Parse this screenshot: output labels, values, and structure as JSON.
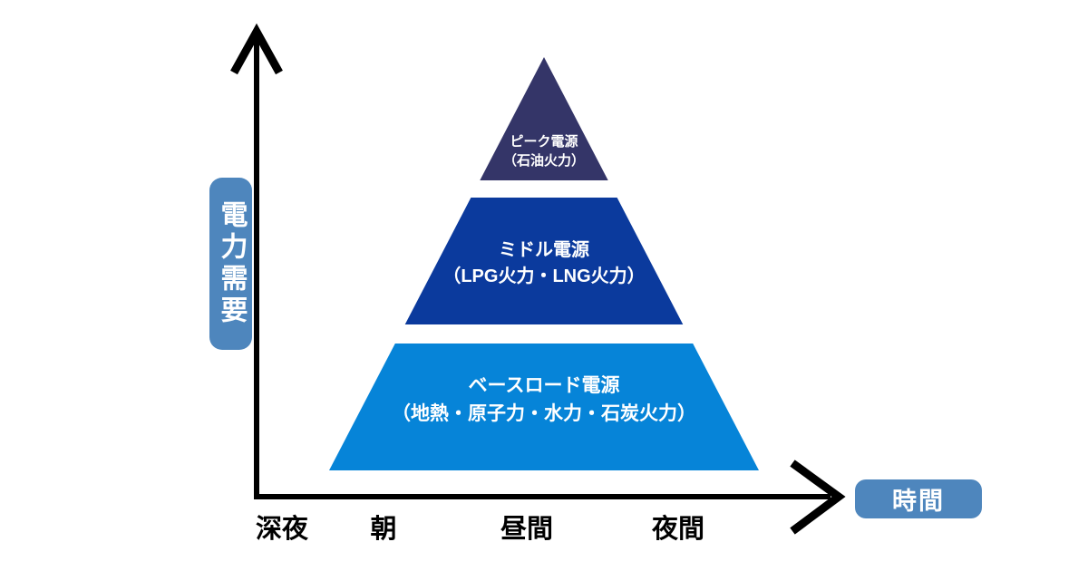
{
  "diagram": {
    "background_color": "#ffffff",
    "axes_color": "#000000"
  },
  "y_axis": {
    "label": "電力需要",
    "badge_color": "#4E86BD",
    "text_color": "#ffffff"
  },
  "x_axis": {
    "label": "時間",
    "badge_color": "#4E86BD",
    "text_color": "#ffffff",
    "tick_color": "#000000",
    "ticks": [
      "深夜",
      "朝",
      "昼間",
      "夜間"
    ]
  },
  "pyramid": {
    "tiers": [
      {
        "id": "peak",
        "title": "ピーク電源",
        "subtitle": "（石油火力）",
        "color": "#343568",
        "text_color": "#ffffff"
      },
      {
        "id": "middle",
        "title": "ミドル電源",
        "subtitle": "（LPG火力・LNG火力）",
        "color": "#0B3A9D",
        "text_color": "#ffffff"
      },
      {
        "id": "baseload",
        "title": "ベースロード電源",
        "subtitle": "（地熱・原子力・水力・石炭火力）",
        "color": "#0684D8",
        "text_color": "#ffffff"
      }
    ]
  }
}
